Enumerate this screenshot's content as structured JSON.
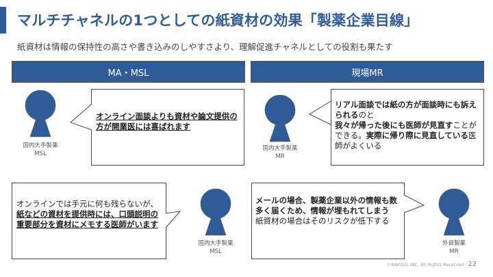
{
  "slide": {
    "title": "マルチチャネルの1つとしての紙資材の効果「製薬企業目線」",
    "subtitle": "紙資材は情報の保持性の高さや書き込みのしやすさより、理解促進チャネルとしての役割も果たす",
    "accent_color": "#2f5b99"
  },
  "sections": [
    {
      "label": "MA・MSL"
    },
    {
      "label": "現場MR"
    }
  ],
  "quotes": [
    {
      "speaker_line1": "国内大手製薬",
      "speaker_line2": "MSL",
      "parts": [
        {
          "text": "オンライン面談よりも資材や論文提供の方が開業医には喜ばれます",
          "style": "underline-bold"
        }
      ]
    },
    {
      "speaker_line1": "国内大手製薬",
      "speaker_line2": "MR",
      "parts": [
        {
          "text": "リアル面談では紙の方が面談時にも訴えられる",
          "style": "bold"
        },
        {
          "text": "のと",
          "style": "normal"
        },
        {
          "text": "我々が帰った後にも医師が見直す",
          "style": "bold"
        },
        {
          "text": "ことができる。",
          "style": "normal"
        },
        {
          "text": "実際に帰り際に見直している",
          "style": "bold"
        },
        {
          "text": "医師がよくいる",
          "style": "normal"
        }
      ]
    },
    {
      "speaker_line1": "国内大手製薬",
      "speaker_line2": "MSL",
      "parts": [
        {
          "text": "オンラインでは手元に何も残らないが、",
          "style": "normal"
        },
        {
          "text": "紙などの資材を提供時には、口頭説明の重要部分を資材にメモする医師がいます",
          "style": "underline-bold"
        }
      ]
    },
    {
      "speaker_line1": "外資製薬",
      "speaker_line2": "MR",
      "parts": [
        {
          "text": "メールの場合、製薬企業以外の情報も数多く届くため、情報が埋もれてしまう",
          "style": "bold"
        },
        {
          "text": "紙資材の場合はそのリスクが低下する",
          "style": "normal"
        }
      ]
    }
  ],
  "footer": {
    "copyright": "©RAKSUL INC. All Rights Reserved.",
    "page_number": "22"
  }
}
